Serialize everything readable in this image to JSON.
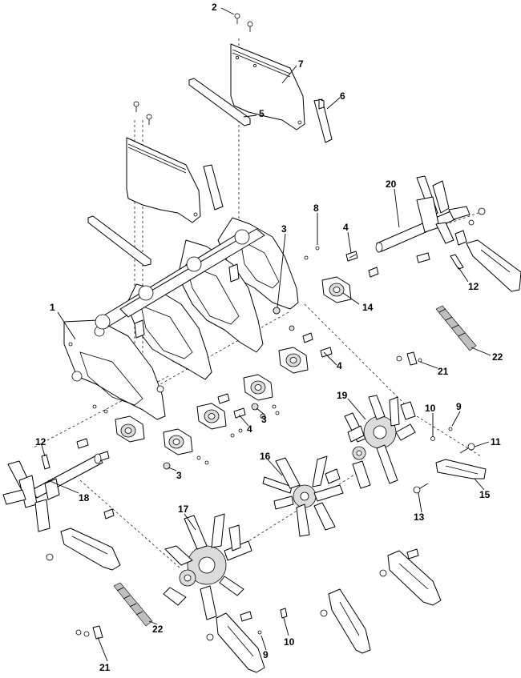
{
  "callouts": [
    {
      "id": "c2a",
      "text": "2"
    },
    {
      "id": "c7",
      "text": "7"
    },
    {
      "id": "c6",
      "text": "6"
    },
    {
      "id": "c5",
      "text": "5"
    },
    {
      "id": "c20",
      "text": "20"
    },
    {
      "id": "c8",
      "text": "8"
    },
    {
      "id": "c3a",
      "text": "3"
    },
    {
      "id": "c4a",
      "text": "4"
    },
    {
      "id": "c1",
      "text": "1"
    },
    {
      "id": "c12a",
      "text": "12"
    },
    {
      "id": "c14",
      "text": "14"
    },
    {
      "id": "c22a",
      "text": "22"
    },
    {
      "id": "c21a",
      "text": "21"
    },
    {
      "id": "c4b",
      "text": "4"
    },
    {
      "id": "c19",
      "text": "19"
    },
    {
      "id": "c10a",
      "text": "10"
    },
    {
      "id": "c9a",
      "text": "9"
    },
    {
      "id": "c3b",
      "text": "3"
    },
    {
      "id": "c4c",
      "text": "4"
    },
    {
      "id": "c11",
      "text": "11"
    },
    {
      "id": "c12b",
      "text": "12"
    },
    {
      "id": "c3c",
      "text": "3"
    },
    {
      "id": "c16",
      "text": "16"
    },
    {
      "id": "c15",
      "text": "15"
    },
    {
      "id": "c13",
      "text": "13"
    },
    {
      "id": "c18",
      "text": "18"
    },
    {
      "id": "c17",
      "text": "17"
    },
    {
      "id": "c10b",
      "text": "10"
    },
    {
      "id": "c9b",
      "text": "9"
    },
    {
      "id": "c22b",
      "text": "22"
    },
    {
      "id": "c21b",
      "text": "21"
    }
  ]
}
